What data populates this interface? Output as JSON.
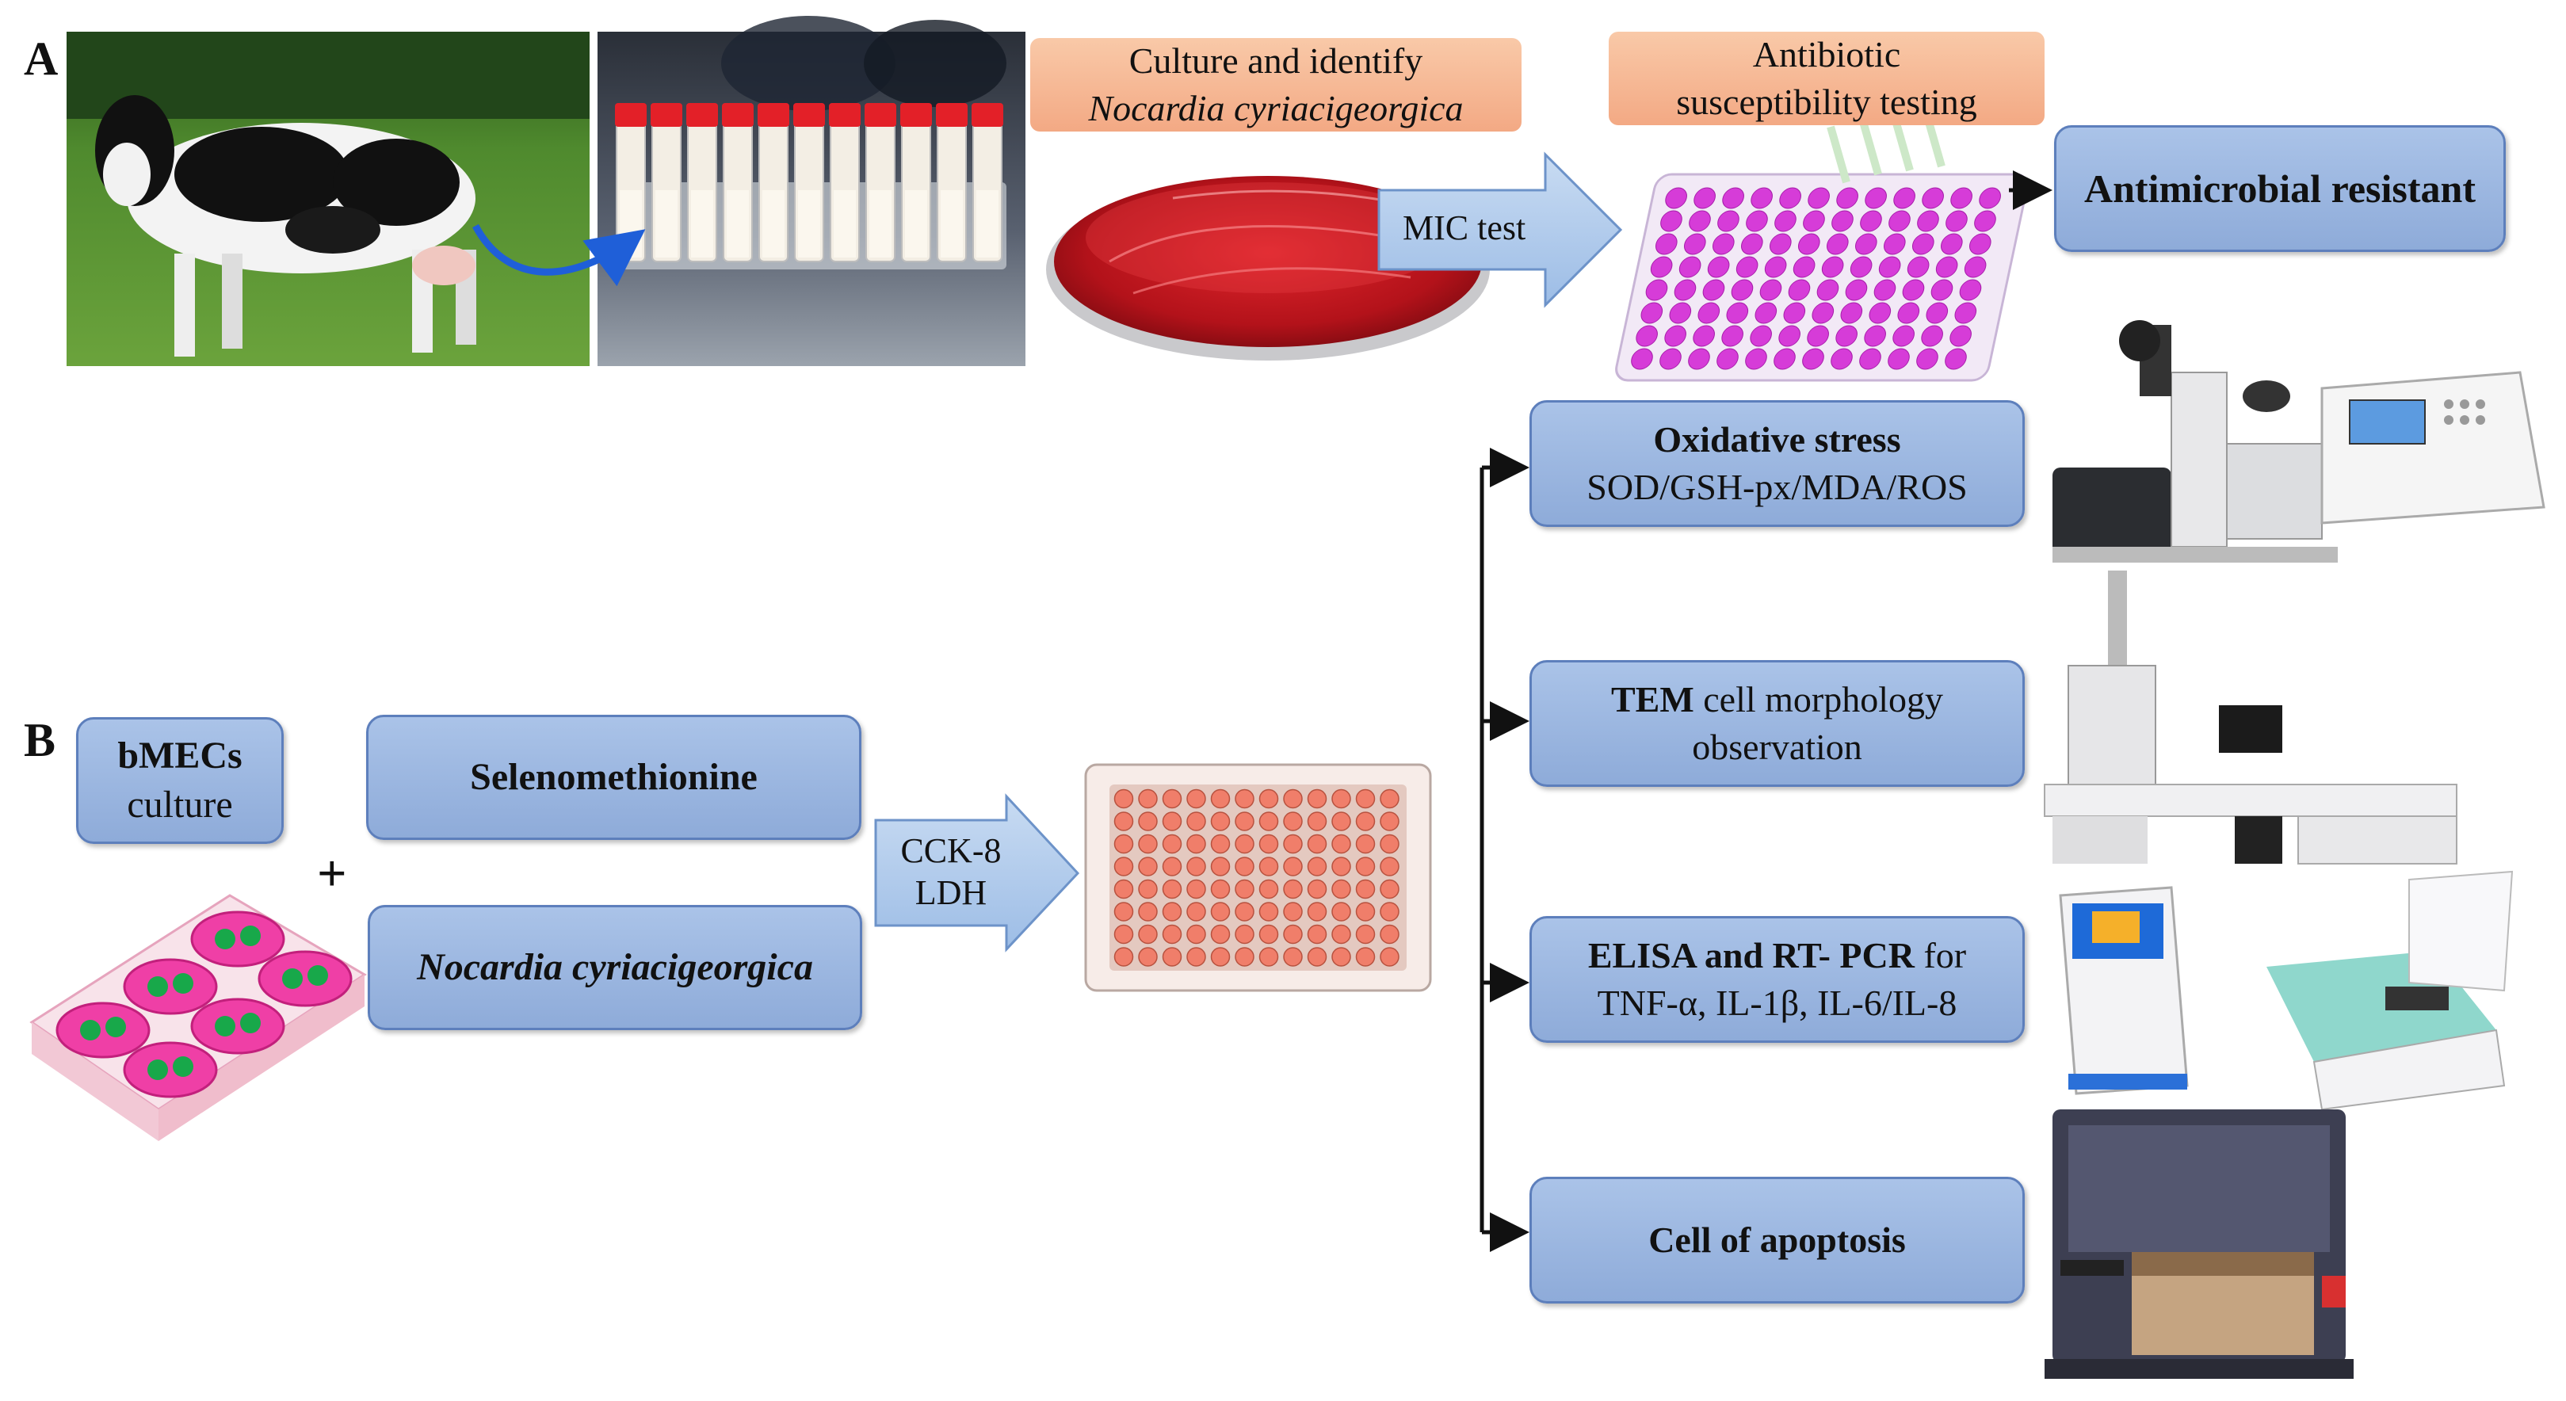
{
  "panels": {
    "a": "A",
    "b": "B"
  },
  "panel_a": {
    "culture_box": {
      "line1": "Culture and identify",
      "line2": "Nocardia cyriacigeorgica"
    },
    "mic_arrow": "MIC test",
    "antibiotic_box": {
      "line1": "Antibiotic",
      "line2": "susceptibility testing"
    },
    "resistant_box": "Antimicrobial resistant"
  },
  "panel_b": {
    "bmecs_box": {
      "line1": "bMECs",
      "line2": "culture"
    },
    "plus": "+",
    "seleno_box": "Selenomethionine",
    "nocardia_box": "Nocardia cyriacigeorgica",
    "cck_arrow": {
      "line1": "CCK-8",
      "line2": "LDH"
    },
    "outcomes": [
      {
        "bold": "Oxidative stress",
        "normal": "SOD/GSH-px/MDA/ROS"
      },
      {
        "bold": "TEM",
        "normal": " cell morphology",
        "line2": "observation"
      },
      {
        "bold": "ELISA and RT- PCR",
        "normal": " for",
        "line2": "TNF-α, IL-1β, IL-6/IL-8"
      },
      {
        "bold": "Cell of apoptosis"
      }
    ]
  },
  "colors": {
    "blue_box": "#9ab6e0",
    "blue_border": "#5d7fbc",
    "orange_box": "#f5b48f",
    "agar_red": "#c8141c",
    "well_pink": "#d63cd8",
    "well_salmon": "#f07e6a",
    "grass": "#4e8a2e",
    "curve_arrow": "#1f5fd8"
  },
  "icons": [
    "cow-photo",
    "centrifuge-tubes-photo",
    "agar-plate-icon",
    "96-well-plate-icon",
    "6-well-plate-icon",
    "microscope-icon",
    "plate-reader-icon",
    "electron-microscope-icon",
    "pcr-machine-icon",
    "elisa-reader-icon",
    "flow-cytometer-icon"
  ]
}
